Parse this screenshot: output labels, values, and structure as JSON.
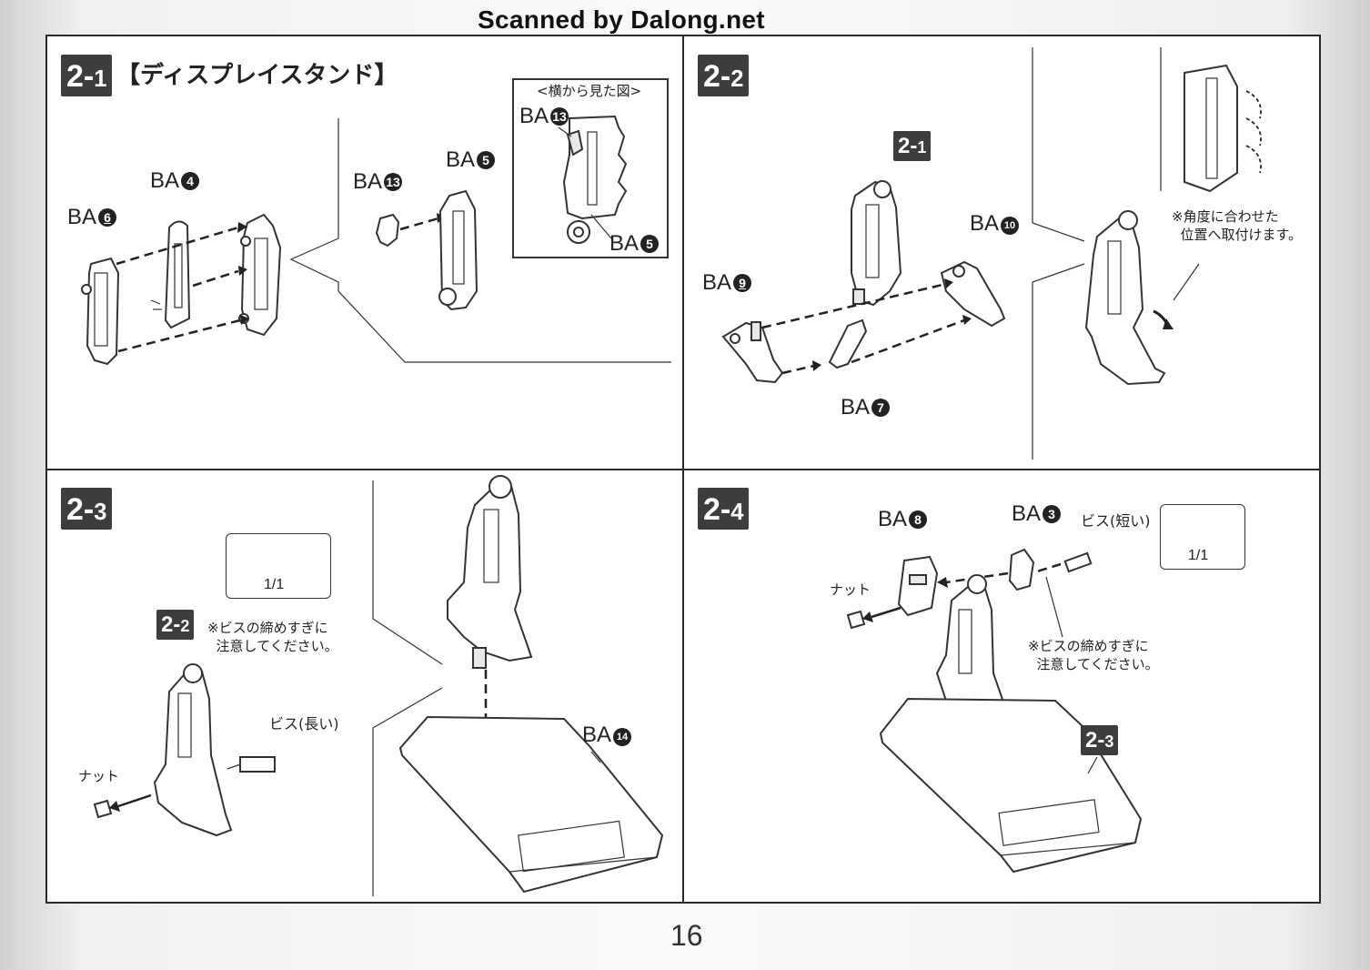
{
  "watermark": "Scanned by Dalong.net",
  "page_number": "16",
  "panel_2_1": {
    "step": "2-",
    "step_num": "1",
    "title": "【ディスプレイスタンド】",
    "side_view_caption": "<横から見た図>",
    "labels": {
      "ba6": "BA",
      "ba6_num": "6",
      "ba4": "BA",
      "ba4_num": "4",
      "ba13": "BA",
      "ba13_num": "13",
      "ba5": "BA",
      "ba5_num": "5",
      "inset_ba13": "BA",
      "inset_ba13_num": "13",
      "inset_ba5": "BA",
      "inset_ba5_num": "5"
    }
  },
  "panel_2_2": {
    "step": "2-",
    "step_num": "2",
    "ref_step": "2-",
    "ref_step_num": "1",
    "labels": {
      "ba9": "BA",
      "ba9_num": "9",
      "ba10": "BA",
      "ba10_num": "10",
      "ba7": "BA",
      "ba7_num": "7"
    },
    "note": "※角度に合わせた\n  位置へ取付けます。"
  },
  "panel_2_3": {
    "step": "2-",
    "step_num": "3",
    "ref_step": "2-",
    "ref_step_num": "2",
    "screw_qty": "1/1",
    "note": "※ビスの締めすぎに\n  注意してください。",
    "screw_label": "ビス(長い)",
    "nut_label": "ナット",
    "ba14": "BA",
    "ba14_num": "14"
  },
  "panel_2_4": {
    "step": "2-",
    "step_num": "4",
    "ref_step": "2-",
    "ref_step_num": "3",
    "ba8": "BA",
    "ba8_num": "8",
    "ba3": "BA",
    "ba3_num": "3",
    "screw_label": "ビス(短い)",
    "screw_qty": "1/1",
    "nut_label": "ナット",
    "note": "※ビスの締めすぎに\n  注意してください。"
  }
}
